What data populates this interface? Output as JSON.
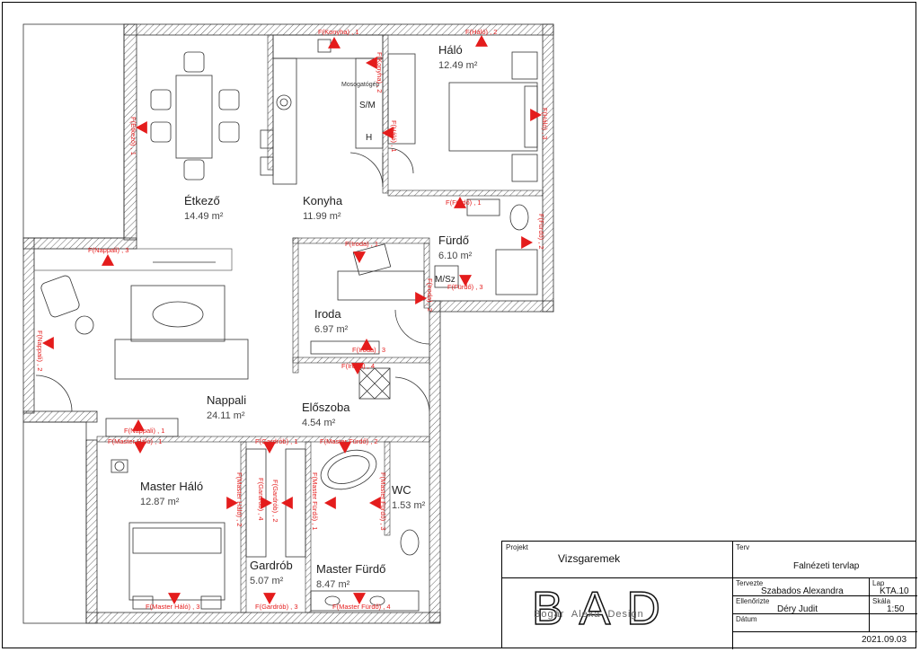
{
  "rooms": [
    {
      "name": "Étkező",
      "area": "14.49 m²"
    },
    {
      "name": "Konyha",
      "area": "11.99 m²"
    },
    {
      "name": "Háló",
      "area": "12.49 m²"
    },
    {
      "name": "Fürdő",
      "area": "6.10 m²"
    },
    {
      "name": "Iroda",
      "area": "6.97 m²"
    },
    {
      "name": "Nappali",
      "area": "24.11 m²"
    },
    {
      "name": "Előszoba",
      "area": "4.54 m²"
    },
    {
      "name": "Master Háló",
      "area": "12.87 m²"
    },
    {
      "name": "Gardrób",
      "area": "5.07 m²"
    },
    {
      "name": "Master Fürdő",
      "area": "8.47 m²"
    },
    {
      "name": "WC",
      "area": "1.53 m²"
    }
  ],
  "fixture_labels": {
    "washing_machine": "Mosogatógép",
    "sm": "S/M",
    "h": "H",
    "msz": "M/Sz"
  },
  "elevation_tags": [
    "F(Konyha) , 1",
    "F(Háló) , 2",
    "F(Konyha) , 2",
    "F(Háló) , 3",
    "F(Háló) , 1",
    "F(Étkező) , 1",
    "F(Fürdő) , 1",
    "F(Fürdő) , 2",
    "F(Nappali) , 3",
    "F(Iroda) , 1",
    "F(Fürdő) , 3",
    "F(Iroda) , 2",
    "F(Nappali) , 2",
    "F(Iroda) , 3",
    "F(Iroda) , 4",
    "F(Nappali) , 1",
    "F(Master Háló) , 1",
    "F(Gardrób) , 1",
    "F(Master Fürdő) , 2",
    "F(Master Háló) , 2",
    "F(Gardrób) , 4",
    "F(Gardrób) , 2",
    "F(Master Fürdő) , 1",
    "F(Master Fürdő) , 3",
    "F(Master Háló) , 3",
    "F(Gardrób) , 3",
    "F(Master Fürdő) , 4"
  ],
  "title_block": {
    "project_label": "Projekt",
    "project_value": "Vizsgaremek",
    "plan_label": "Terv",
    "plan_value": "Falnézeti tervlap",
    "designer_label": "Tervezte",
    "designer_value": "Szabados Alexandra",
    "sheet_label": "Lap",
    "sheet_value": "KTA.10",
    "checked_label": "Ellenőrizte",
    "checked_value": "Déry Judit",
    "scale_label": "Skála",
    "scale_value": "1:50",
    "date_label": "Dátum",
    "date_value": "2021.09.03",
    "logo_letters": "BAD",
    "logo_subtitle": "Bogár  Alexa  Design"
  },
  "colors": {
    "marker": "#e41c1c",
    "wall_hatch": "#555555",
    "line": "#222222"
  }
}
